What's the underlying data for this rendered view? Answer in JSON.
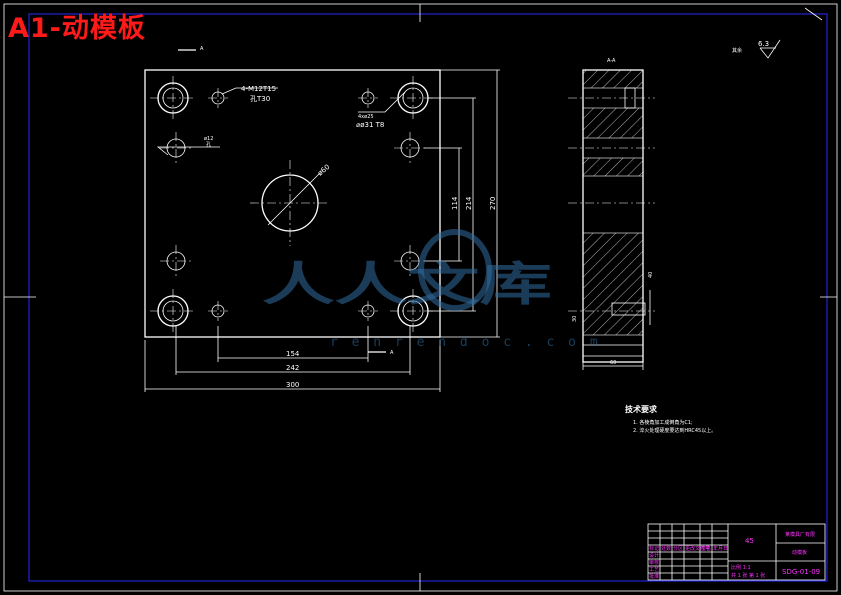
{
  "title": "A1-动模板",
  "dims": {
    "thread": "4-M12T15",
    "thread_depth": "孔T30",
    "holes": "4xø25",
    "holes_cbore": "⌀ø31 T8",
    "hole_small": "ø12",
    "hole_small2": "孔",
    "center_dia": "ø60",
    "h114": "114",
    "h214": "214",
    "h270": "270",
    "w154": "154",
    "w242": "242",
    "w300": "300",
    "section_a": "A",
    "section_label": "A-A",
    "side_w": "60",
    "side_r": "30",
    "side_h": "40"
  },
  "roughness": {
    "label": "其余",
    "value": "6.3"
  },
  "tech": {
    "heading": "技术要求",
    "line1": "1. 各棱角加工成倒角为C1;",
    "line2": "2. 淬火处理硬度要达到HRC45以上。"
  },
  "titleblock": {
    "material": "45",
    "company": "某模具厂有限",
    "part": "动模板",
    "drawing_no": "SDG-01-09",
    "scale": "比例 1:1",
    "sheet": "共 1 张 第 1 张",
    "row_labels": [
      "标记",
      "处数",
      "分区",
      "更改文件号",
      "签名",
      "年月日"
    ],
    "row_labels2": [
      "设计",
      "审核",
      "工艺",
      "批准"
    ]
  },
  "watermark": {
    "logo": "人人文库",
    "url": "r e n r e n d o c . c o m"
  }
}
